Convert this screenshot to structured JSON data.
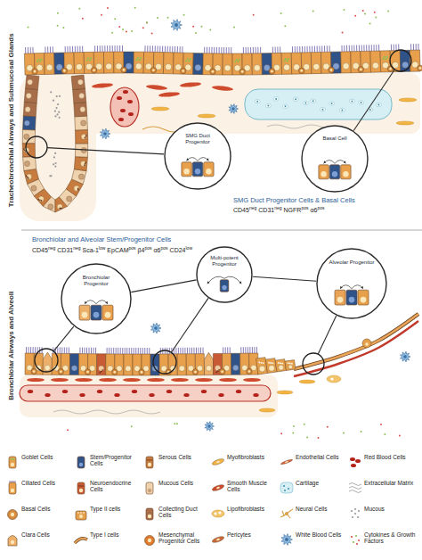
{
  "diagram": {
    "nodes": [
      {
        "text": [
          "SMG Duct Progenitor"
        ]
      },
      {
        "text": [
          "Basal Cell"
        ]
      },
      {
        "text": [
          "Bronchiolar Progenitor"
        ]
      },
      {
        "text": [
          "Multi-potent Progenitor"
        ]
      },
      {
        "text": [
          "Alveolar Progenitor"
        ]
      }
    ],
    "edges": [
      {
        "from": 2,
        "to": 3,
        "arrow": "none"
      },
      {
        "from": 3,
        "to": 4,
        "arrow": "none"
      }
    ],
    "labels": [
      "Tracheobronchial Airways and Submucosal Glands",
      "SMG Duct Progenitor Cells & Basal Cells",
      "CD45neg CD31neg NGFRpos α6pos",
      "Bronchiolar Airways and Alveoli",
      "Bronchiolar and Alveolar Stem/Progenitor Cells",
      "CD45neg CD31neg Sca-1low EpCAMpos β4pos α6pos CD24low"
    ],
    "legend": [
      {
        "text": "Goblet Cells"
      },
      {
        "text": "Stem/Progenitor Cells"
      },
      {
        "text": "Serous Cells"
      },
      {
        "text": "Myofibroblasts"
      },
      {
        "text": "Endothelial Cells"
      },
      {
        "text": "Red Blood Cells"
      },
      {
        "text": "Ciliated Cells"
      },
      {
        "text": "Neuroendocrine Cells"
      },
      {
        "text": "Mucous Cells"
      },
      {
        "text": "Smooth Muscle Cells"
      },
      {
        "text": "Cartilage"
      },
      {
        "text": "Extracellular Matrix"
      },
      {
        "text": "Basal Cells"
      },
      {
        "text": "Type II cells"
      },
      {
        "text": "Collecting Duct Cells"
      },
      {
        "text": "Lipofibroblasts"
      },
      {
        "text": "Neural Cells"
      },
      {
        "text": "Mucous"
      },
      {
        "text": "Clara Cells"
      },
      {
        "text": "Type I cells"
      },
      {
        "text": "Mesenchymal Progenitor Cells"
      },
      {
        "text": "Pericytes"
      },
      {
        "text": "White Blood Cells"
      },
      {
        "text": "Cytokines & Growth Factors"
      }
    ]
  }
}
